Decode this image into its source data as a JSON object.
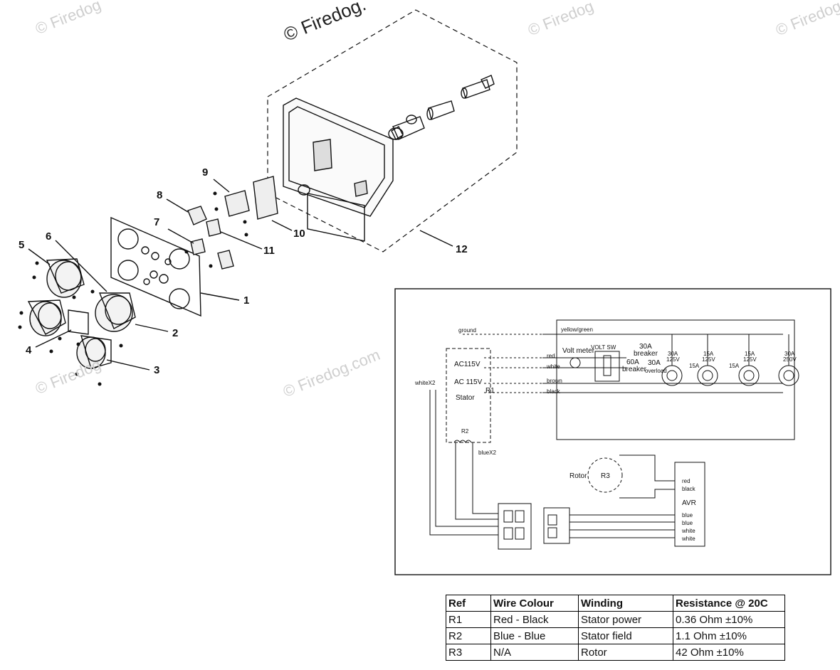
{
  "watermarks": {
    "top_center": "© Firedog.",
    "repeat": "© Firedog",
    "mid": "© Firedog.com"
  },
  "callouts": [
    "1",
    "2",
    "3",
    "4",
    "5",
    "6",
    "7",
    "8",
    "9",
    "10",
    "11",
    "12"
  ],
  "schematic": {
    "ground": "ground",
    "yellow_green": "yellow/green",
    "volt_meter": "Volt meter",
    "volt_sw": "VOLT SW",
    "breaker_30a": "30A",
    "breaker_word": "breaker",
    "breaker_60a": "60A",
    "overload_30a": "30A",
    "overload_word": "overload",
    "ac115v_a": "AC115V",
    "ac115v_b": "AC 115V",
    "r1": "R1",
    "stator": "Stator",
    "r2": "R2",
    "whitex2": "whiteX2",
    "bluex2": "blueX2",
    "wire_red": "red",
    "wire_white": "white",
    "wire_brown": "brown",
    "wire_black": "black",
    "rotor": "Rotor",
    "r3": "R3",
    "avr": "AVR",
    "avr_red": "red",
    "avr_black": "black",
    "avr_blue1": "blue",
    "avr_blue2": "blue",
    "avr_white1": "white",
    "avr_white2": "white",
    "outlets": [
      {
        "amp": "30A",
        "volt": "125V"
      },
      {
        "amp": "15A",
        "volt": "125V"
      },
      {
        "amp": "15A",
        "volt": "125V"
      },
      {
        "amp": "30A",
        "volt": "250V"
      }
    ],
    "overload_15a_1": "15A",
    "overload_15a_2": "15A"
  },
  "table": {
    "headers": [
      "Ref",
      "Wire Colour",
      "Winding",
      "Resistance @ 20C"
    ],
    "rows": [
      [
        "R1",
        "Red - Black",
        "Stator power",
        "0.36 Ohm ±10%"
      ],
      [
        "R2",
        "Blue - Blue",
        "Stator field",
        "1.1 Ohm ±10%"
      ],
      [
        "R3",
        "N/A",
        "Rotor",
        "42 Ohm ±10%"
      ]
    ]
  }
}
